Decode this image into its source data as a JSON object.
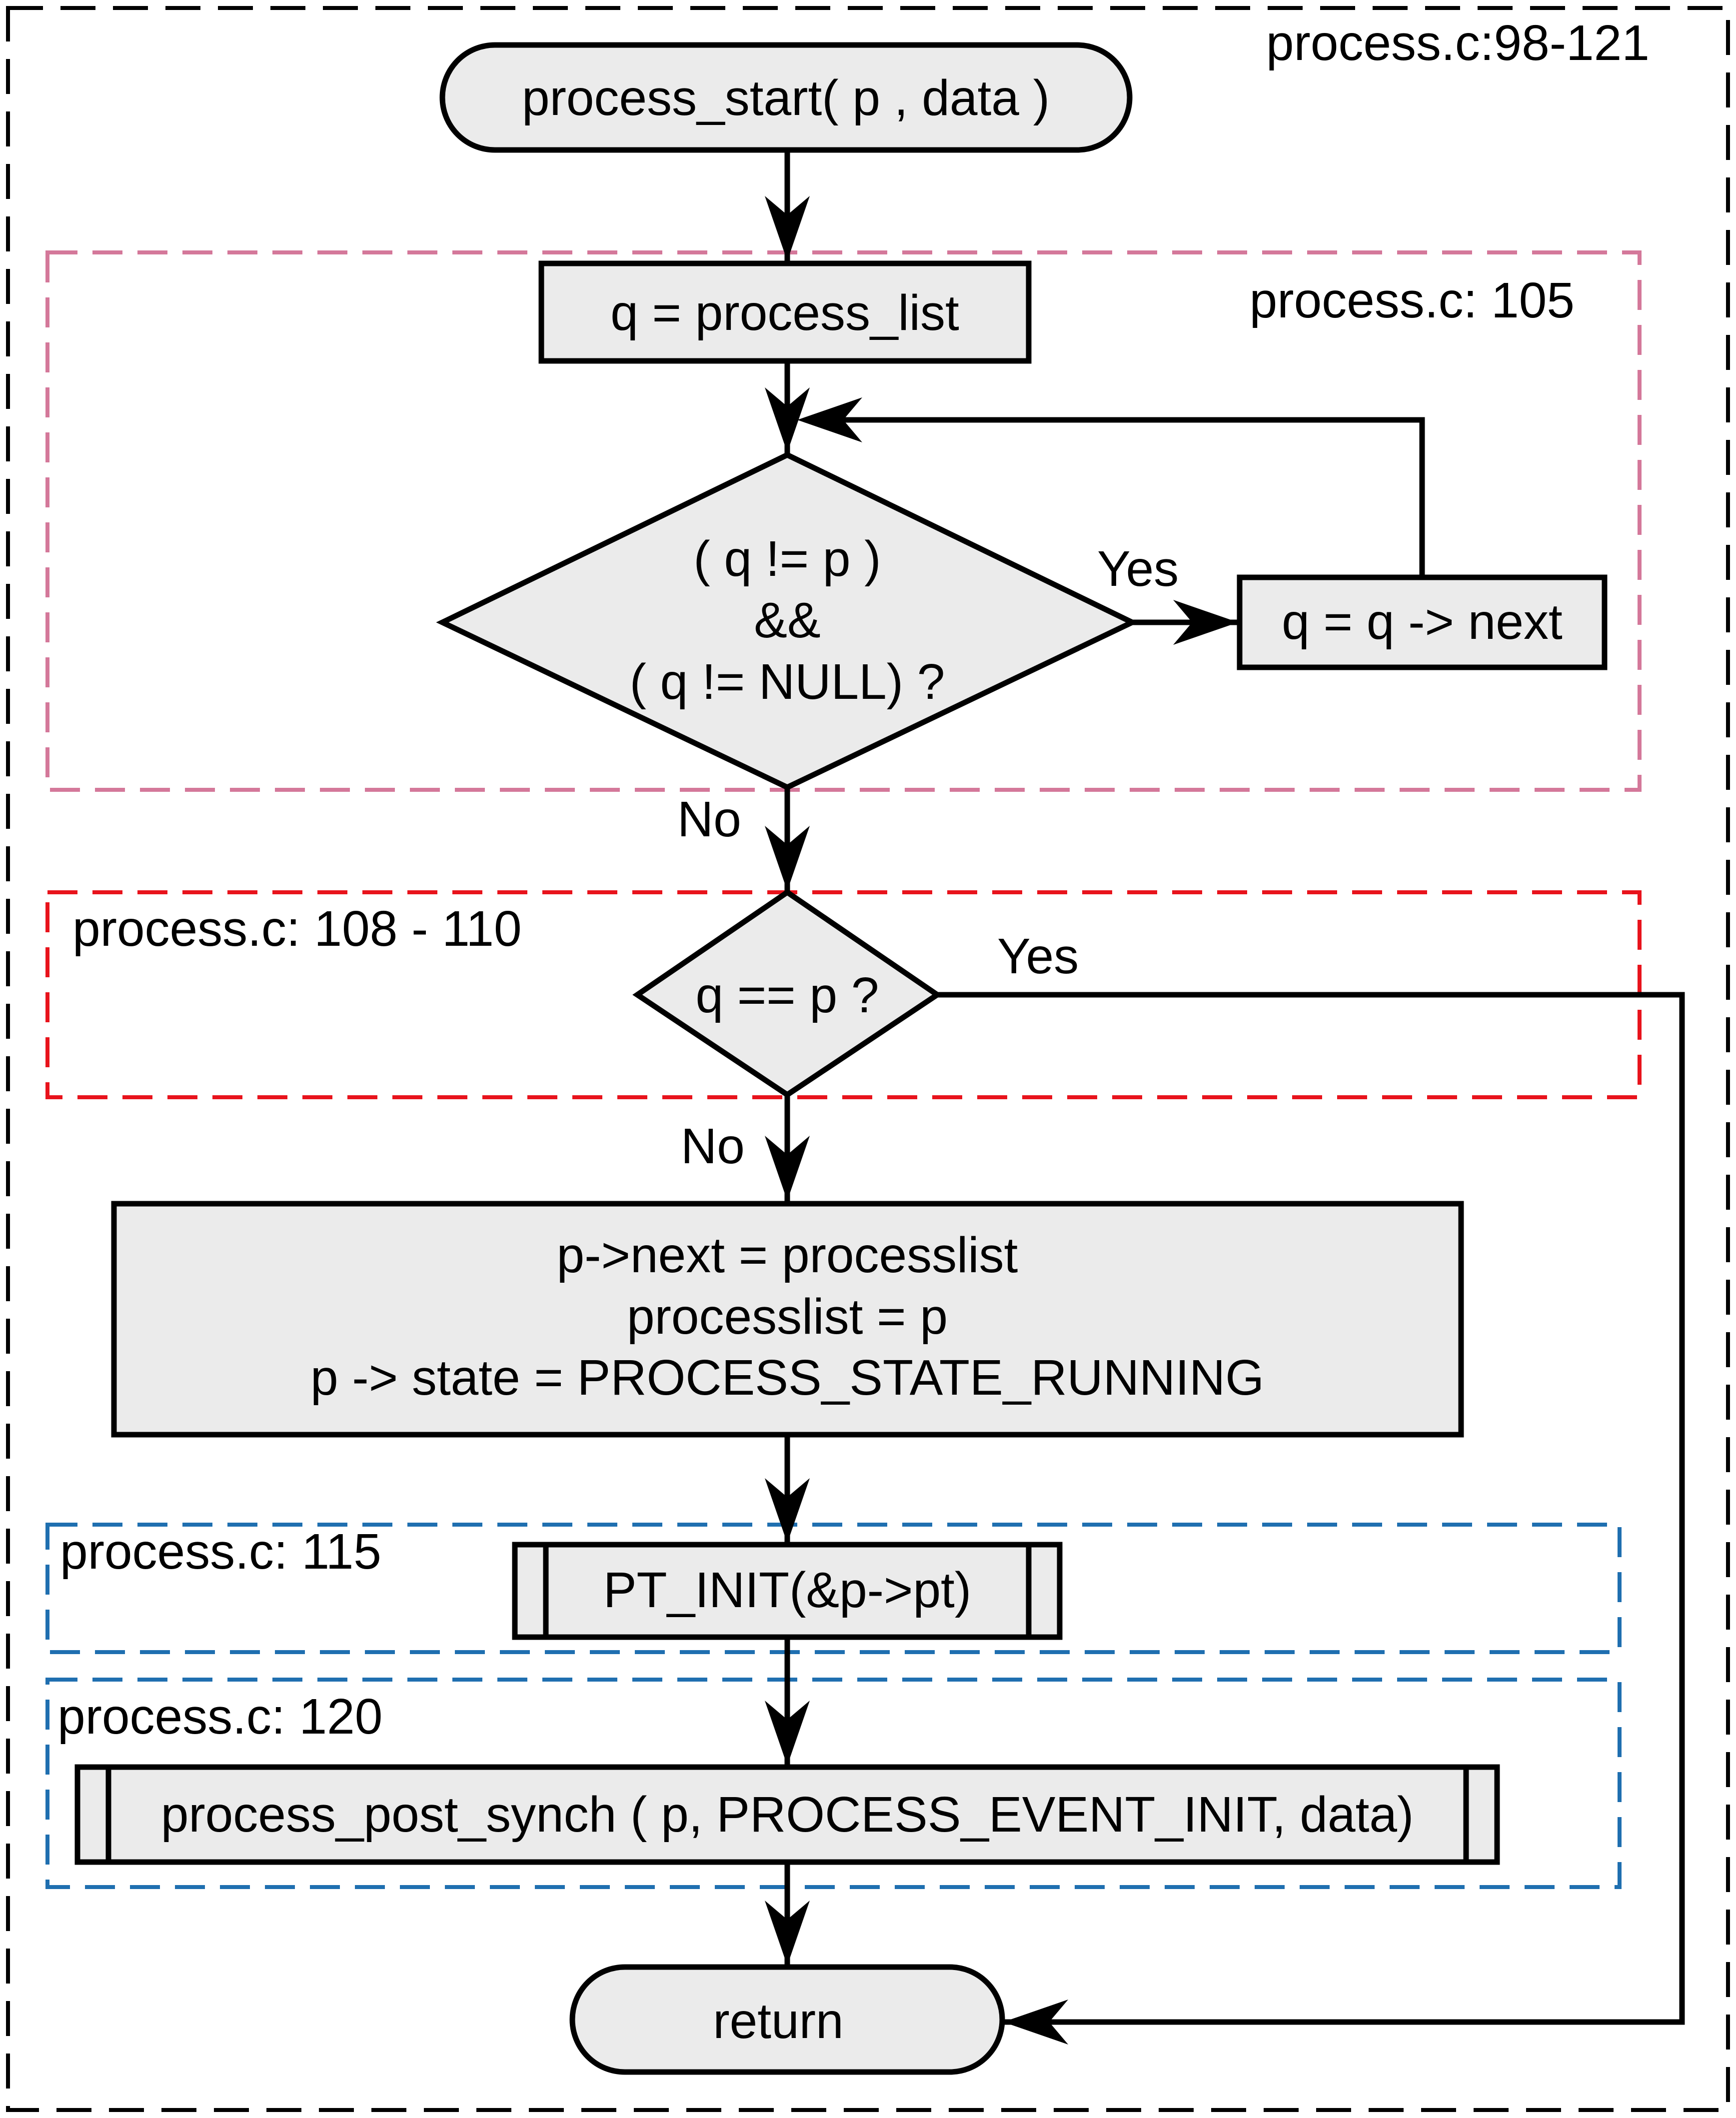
{
  "outer_frame": {
    "label": "process.c:98-121"
  },
  "regions": [
    {
      "id": "r105",
      "label": "process.c: 105",
      "color": "#d4789a"
    },
    {
      "id": "r108",
      "label": "process.c: 108 - 110",
      "color": "#e8131c"
    },
    {
      "id": "r115",
      "label": "process.c: 115",
      "color": "#1f6fb0"
    },
    {
      "id": "r120",
      "label": "process.c: 120",
      "color": "#1f6fb0"
    }
  ],
  "nodes": {
    "start": {
      "type": "terminal",
      "lines": [
        "process_start( p , data )"
      ]
    },
    "assign_q": {
      "type": "process",
      "lines": [
        "q = process_list"
      ]
    },
    "loop_cond": {
      "type": "decision",
      "lines": [
        "( q != p )",
        "&&",
        "( q != NULL) ?"
      ]
    },
    "advance_q": {
      "type": "process",
      "lines": [
        "q = q -> next"
      ]
    },
    "check_found": {
      "type": "decision",
      "lines": [
        "q == p ?"
      ]
    },
    "insert": {
      "type": "process",
      "lines": [
        "p->next = processlist",
        "processlist = p",
        "p -> state = PROCESS_STATE_RUNNING"
      ]
    },
    "pt_init": {
      "type": "subroutine",
      "lines": [
        "PT_INIT(&p->pt)"
      ]
    },
    "post_synch": {
      "type": "subroutine",
      "lines": [
        "process_post_synch ( p, PROCESS_EVENT_INIT, data)"
      ]
    },
    "end": {
      "type": "terminal",
      "lines": [
        "return"
      ]
    }
  },
  "edge_labels": {
    "loop_yes": "Yes",
    "loop_no": "No",
    "found_yes": "Yes",
    "found_no": "No"
  }
}
